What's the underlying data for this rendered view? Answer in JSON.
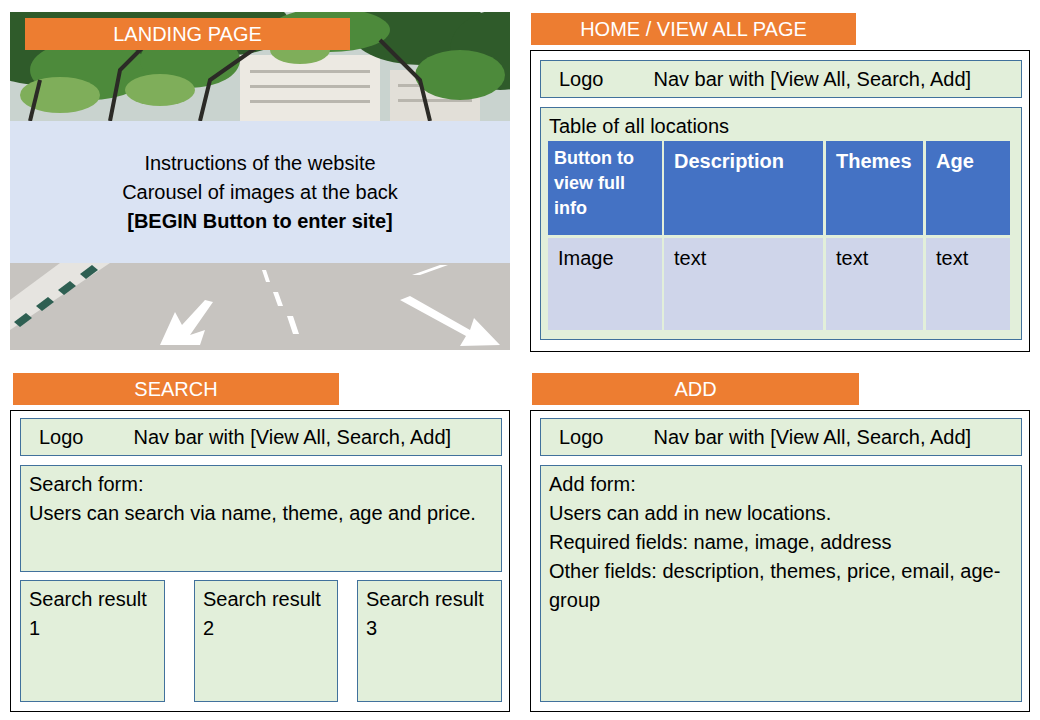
{
  "diagram": {
    "nodes": [
      {
        "text": [
          "LANDING PAGE"
        ]
      },
      {
        "text": [
          "Instructions of the website",
          "Carousel of images at the back",
          "[BEGIN Button to enter site]"
        ],
        "in": 0
      },
      {
        "text": [
          "HOME / VIEW ALL PAGE"
        ]
      },
      {
        "text": [
          "Logo",
          "Nav bar with [View All, Search, Add]"
        ],
        "in": 2
      },
      {
        "text": [
          "Table of all locations"
        ],
        "in": 2
      },
      {
        "text": [
          "SEARCH"
        ]
      },
      {
        "text": [
          "Logo",
          "Nav bar with [View All, Search, Add]"
        ],
        "in": 5
      },
      {
        "text": [
          "Search form:",
          "Users can search via name, theme, age and price."
        ],
        "in": 5
      },
      {
        "text": [
          "Search result 1"
        ],
        "in": 5
      },
      {
        "text": [
          "Search result 2"
        ],
        "in": 5
      },
      {
        "text": [
          "Search result 3"
        ],
        "in": 5
      },
      {
        "text": [
          "ADD"
        ]
      },
      {
        "text": [
          "Logo",
          "Nav bar with [View All, Search, Add]"
        ],
        "in": 11
      },
      {
        "text": [
          "Add form:",
          "Users can add in new locations.",
          "Required fields: name, image, address",
          "Other fields: description, themes, price, email, age-group"
        ],
        "in": 11
      }
    ],
    "labels": [
      "Button to view full info",
      "Description",
      "Themes",
      "Age",
      "Image",
      "text",
      "text",
      "text"
    ]
  }
}
